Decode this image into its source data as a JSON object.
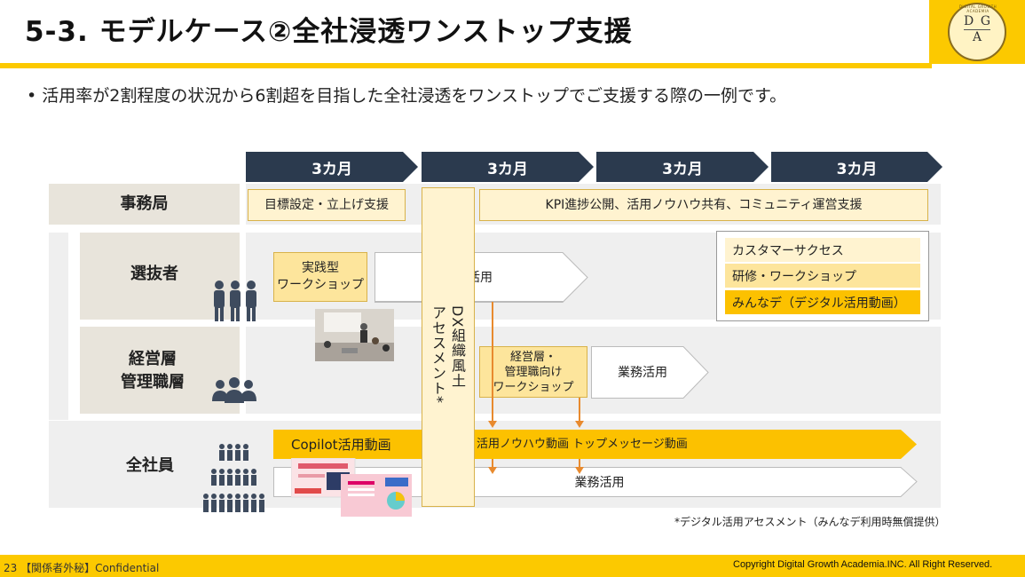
{
  "header": {
    "title": "5-3. モデルケース②全社浸透ワンストップ支援",
    "logo": {
      "letters": [
        "D",
        "G",
        "A"
      ],
      "ring_text": "DIGITAL GROWTH ACADEMIA"
    }
  },
  "bullet": "•  活用率が2割程度の状況から6割超を目指した全社浸透をワンストップでご支援する際の一例です。",
  "timeline": [
    "3カ月",
    "3カ月",
    "3カ月",
    "3カ月"
  ],
  "rows": {
    "secretariat": {
      "label": "事務局",
      "box1": "目標設定・立上げ支援",
      "box2": "KPI進捗公開、活用ノウハウ共有、コミュニティ運営支援"
    },
    "selected": {
      "label": "選抜者",
      "workshop": "実践型\nワークショップ",
      "usage": "業務活用"
    },
    "management": {
      "label": "経営層\n管理職層",
      "workshop": "経営層・\n管理職向け\nワークショップ",
      "usage": "業務活用"
    },
    "all_staff": {
      "label": "全社員",
      "video_bar": {
        "copilot": "Copilot活用動画",
        "knowhow": "活用ノウハウ動画",
        "top_msg": "トップメッセージ動画"
      },
      "usage": "業務活用"
    }
  },
  "assessment": "DX組織風土\nアセスメント*",
  "legend": {
    "items": [
      {
        "label": "カスタマーサクセス",
        "color": "#fff3d0"
      },
      {
        "label": "研修・ワークショップ",
        "color": "#fde59c"
      },
      {
        "label": "みんなデ（デジタル活用動画）",
        "color": "#fcc100"
      }
    ]
  },
  "footnote": "*デジタル活用アセスメント（みんなデ利用時無償提供）",
  "footer": {
    "page": "23",
    "confidential": "【関係者外秘】Confidential",
    "copyright": "Copyright Digital Growth Academia.INC. All Right Reserved."
  },
  "colors": {
    "accent_yellow": "#fcc900",
    "navy": "#2b3a4e",
    "orange_line": "#e88a2e"
  }
}
